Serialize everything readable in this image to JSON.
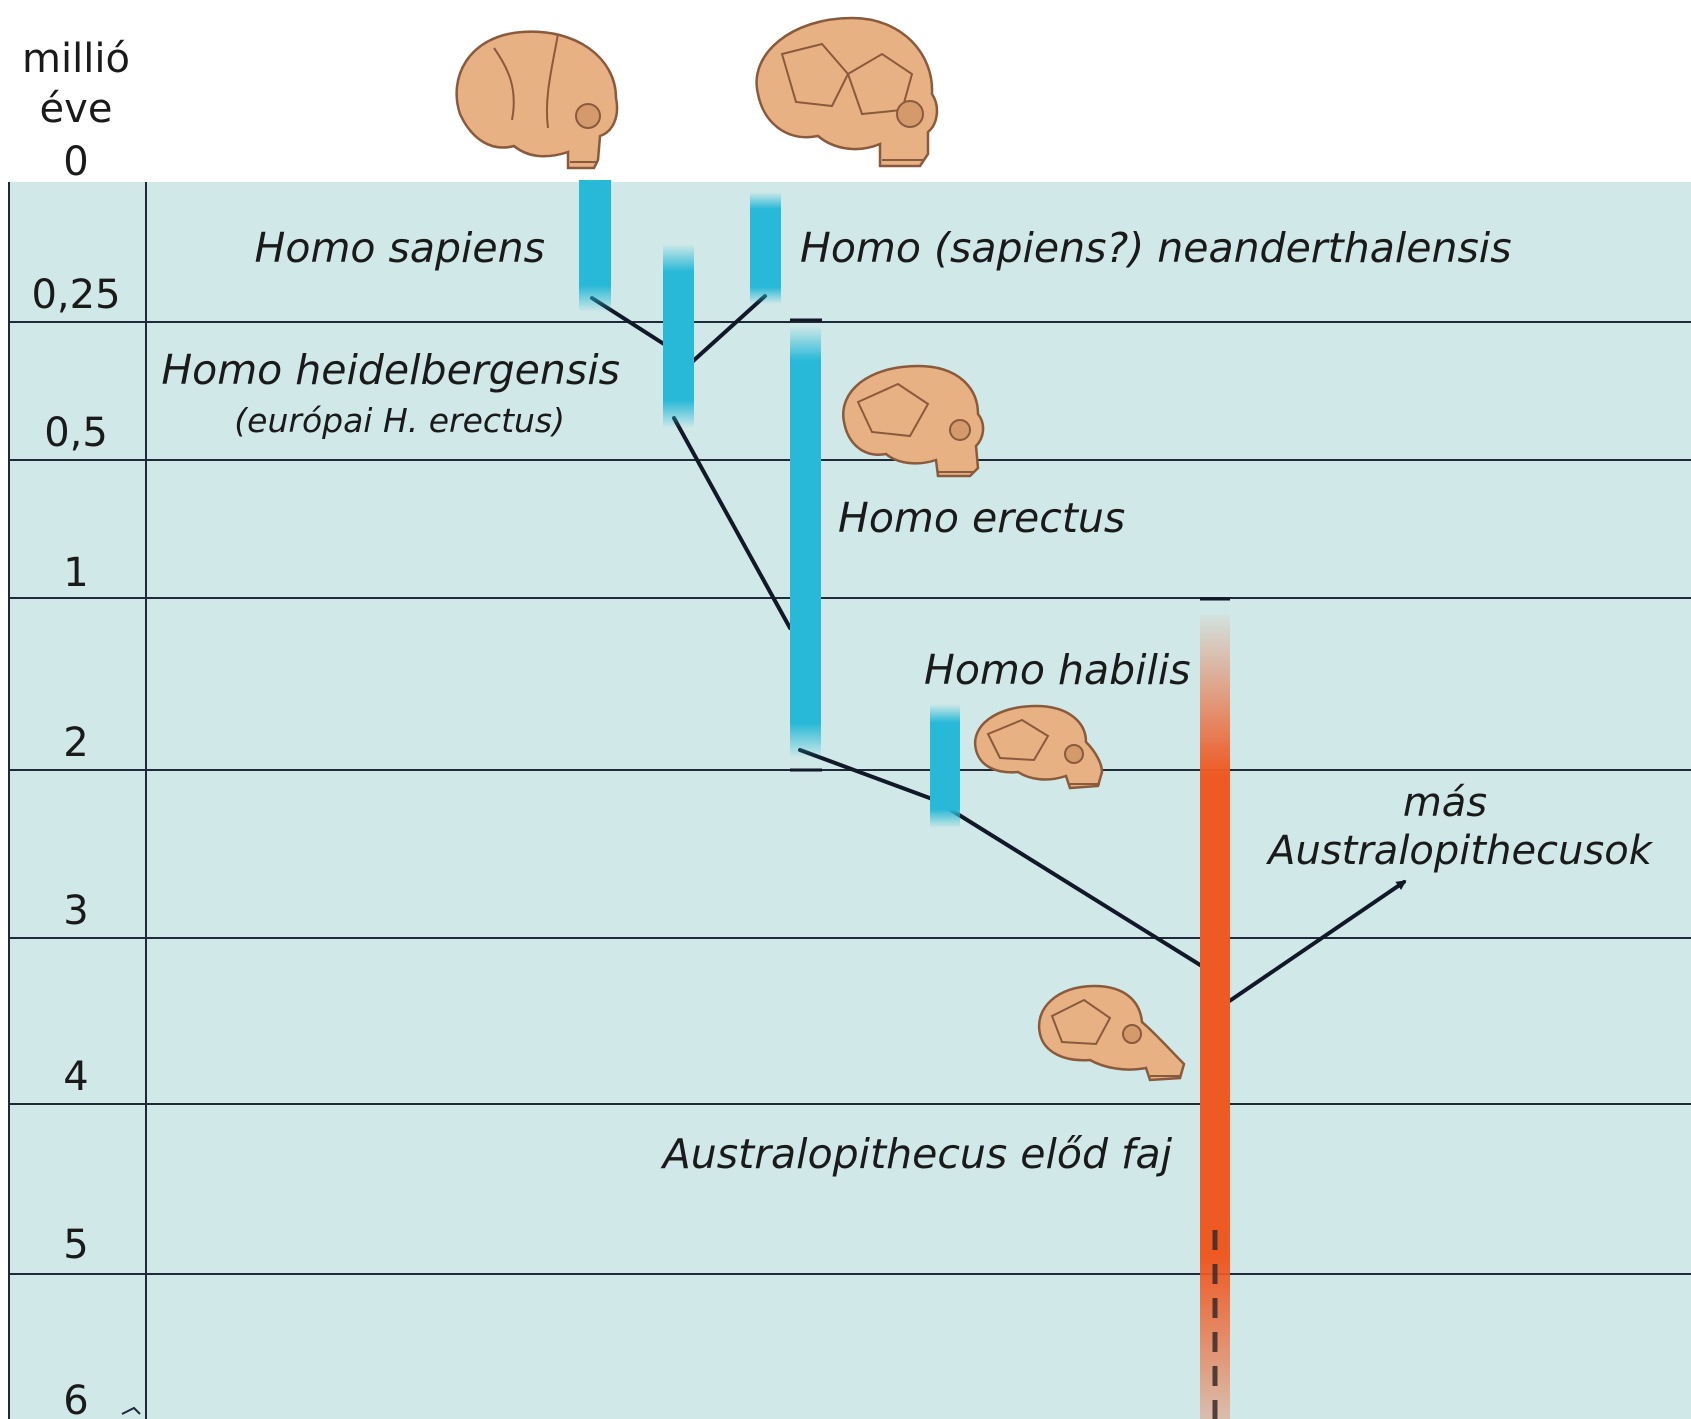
{
  "axis": {
    "unit_line1": "millió",
    "unit_line2": "éve",
    "ticks": [
      "0",
      "0,25",
      "0,5",
      "1",
      "2",
      "3",
      "4",
      "5",
      "6"
    ]
  },
  "species": {
    "sapiens": "Homo sapiens",
    "neanderthalensis": "Homo (sapiens?) neanderthalensis",
    "heidelbergensis": "Homo heidelbergensis",
    "heidelbergensis_note": "(európai H. erectus)",
    "erectus": "Homo erectus",
    "habilis": "Homo habilis",
    "other_australopithecus_line1": "más",
    "other_australopithecus_line2": "Australopithecusok",
    "australopithecus_ancestor": "Australopithecus előd faj"
  },
  "colors": {
    "background_band": "#d0e9e8",
    "homo_bar": "#29b9d8",
    "australopithecus_bar": "#ee5a24",
    "lines": "#111827",
    "skull": "#e8b184"
  },
  "icons": [
    "skull-sapiens-icon",
    "skull-neanderthal-icon",
    "skull-erectus-icon",
    "skull-habilis-icon",
    "skull-australopithecus-icon"
  ]
}
